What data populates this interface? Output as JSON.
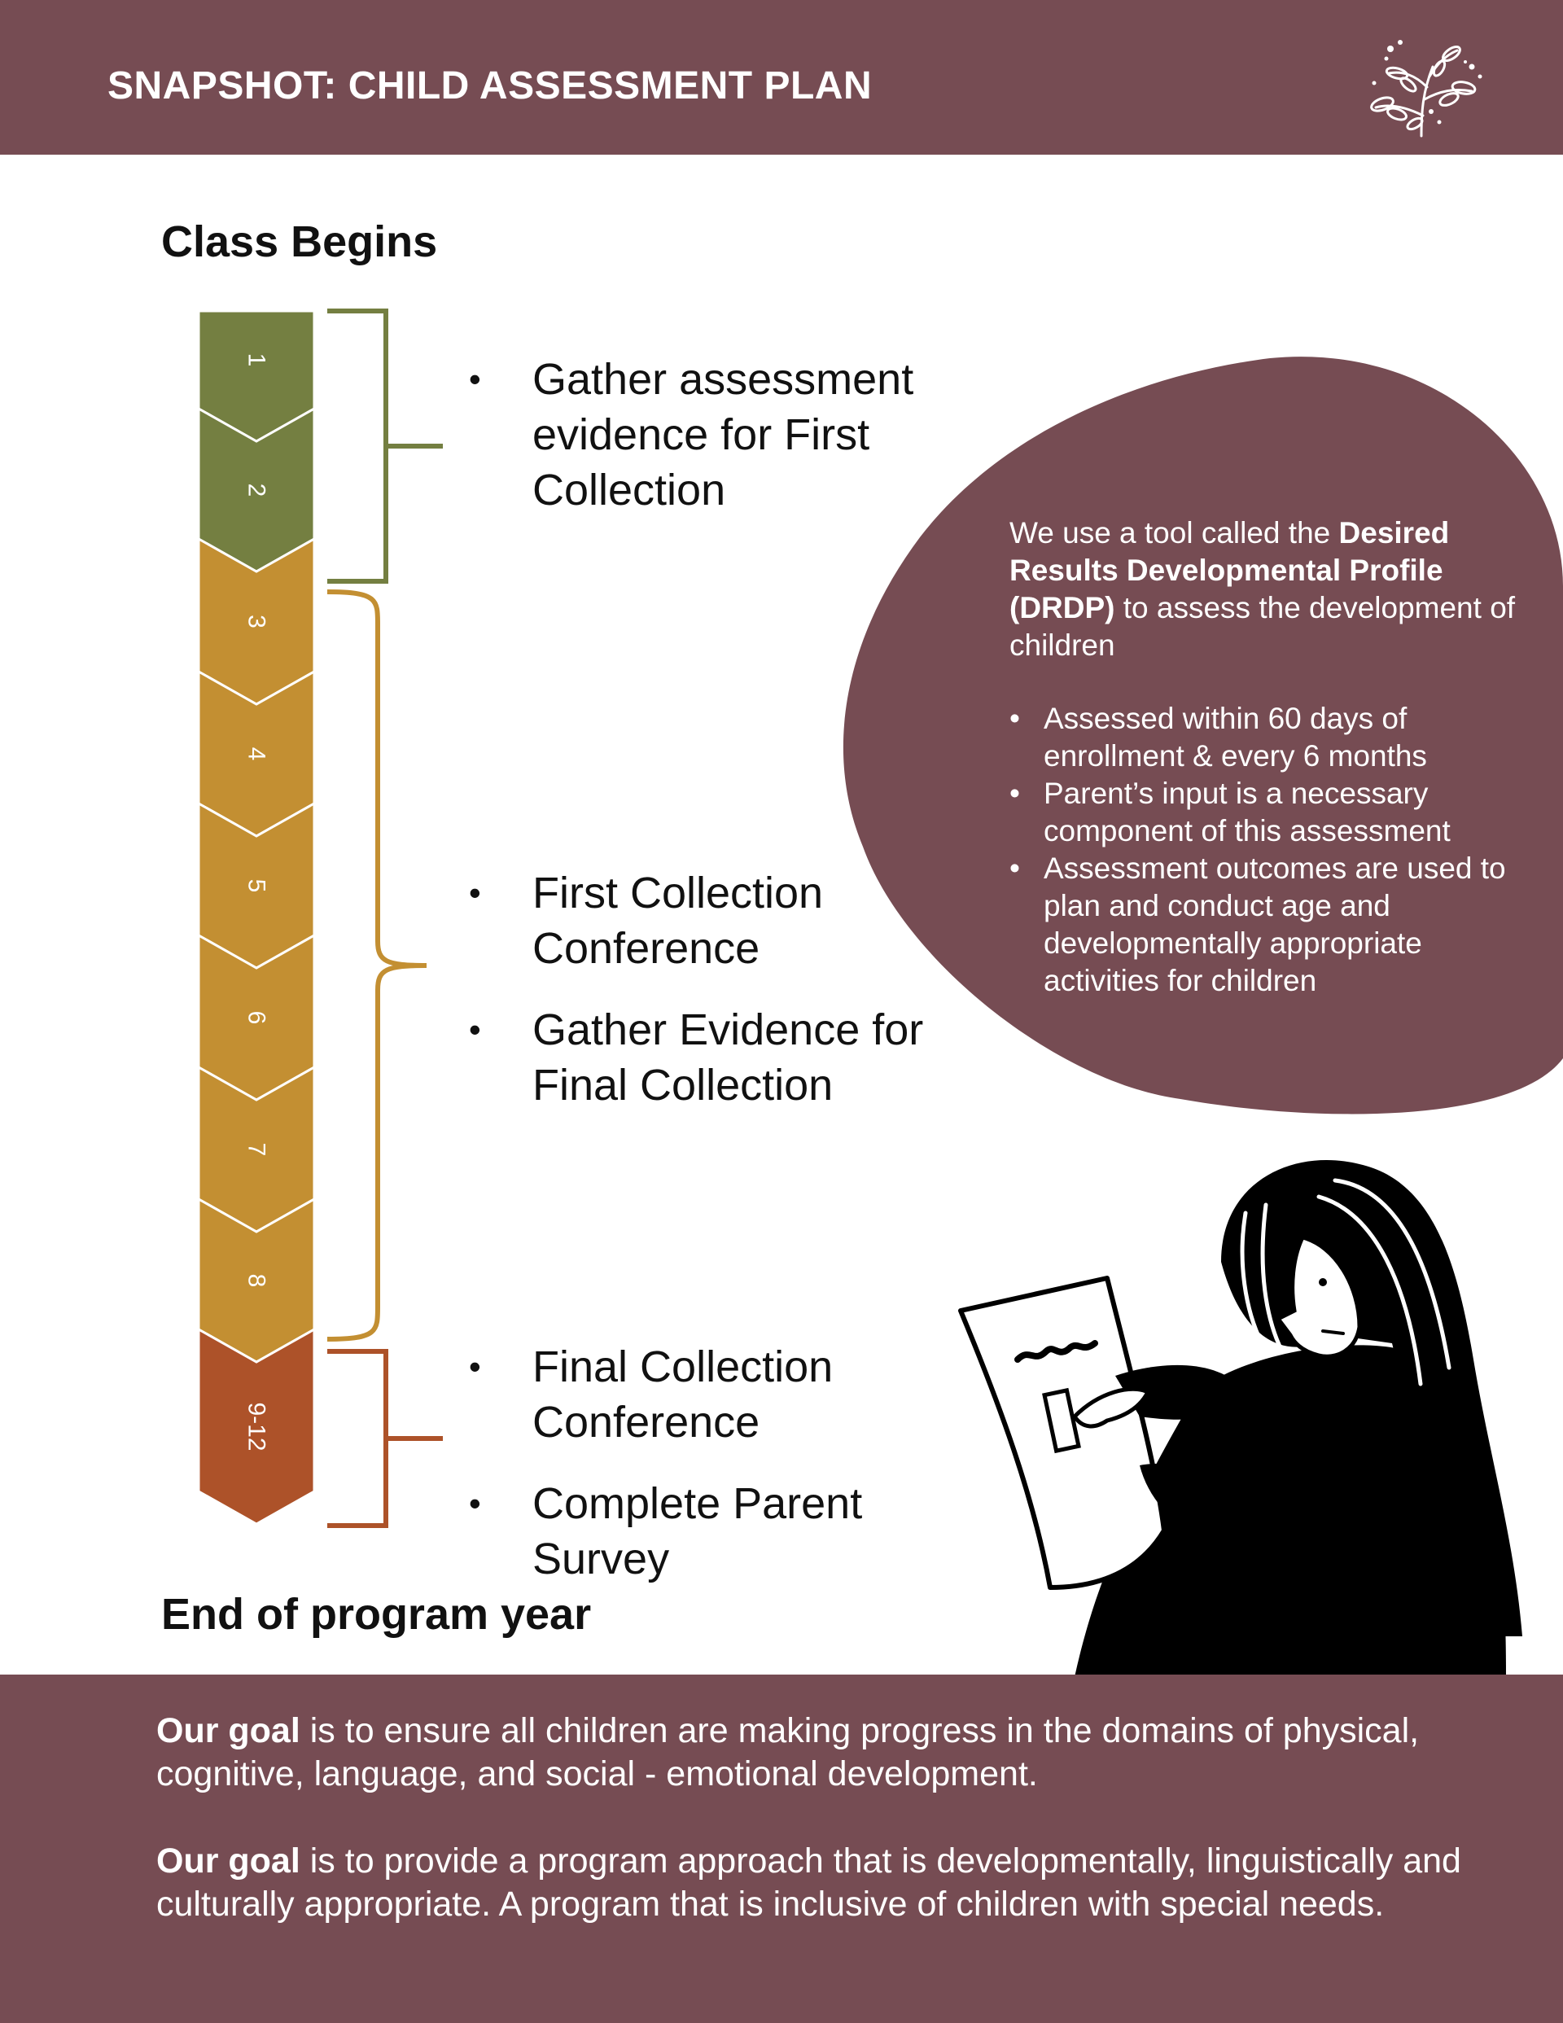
{
  "header": {
    "title": "SNAPSHOT: CHILD ASSESSMENT PLAN",
    "logo_icon": "floral-sprig-icon"
  },
  "milestones": {
    "start": "Class Begins",
    "end": "End of program year"
  },
  "timeline": {
    "segments": [
      "1",
      "2",
      "3",
      "4",
      "5",
      "6",
      "7",
      "8",
      "9-12"
    ],
    "colors": {
      "green": "#747f41",
      "gold": "#c38f32",
      "rust": "#ad5229"
    }
  },
  "bullets": {
    "bullet_glyph": "•",
    "group1": [
      "Gather assessment evidence for First Collection"
    ],
    "group2": [
      "First Collection Conference",
      "Gather Evidence for Final Collection"
    ],
    "group3": [
      "Final Collection Conference",
      "Complete Parent Survey"
    ]
  },
  "drdp": {
    "intro_before": "We use a tool called the ",
    "intro_bold": "Desired Results Developmental Profile (DRDP)",
    "intro_after": " to assess the development of children",
    "points": [
      "Assessed within 60 days of enrollment & every 6 months",
      "Parent’s input is a necessary component of this assessment",
      "Assessment outcomes are used to plan and conduct age and developmentally appropriate activities for children"
    ]
  },
  "illustration": {
    "icon": "person-reading-document-icon"
  },
  "footer": {
    "goal_label": "Our goal",
    "goal1_text": " is to ensure all children are making progress in the domains of physical, cognitive, language, and social - emotional development.",
    "goal2_text": " is to provide a program approach that is developmentally, linguistically and culturally appropriate. A program that is inclusive of children with special needs."
  },
  "colors": {
    "plum": "#764c53",
    "white": "#ffffff"
  }
}
